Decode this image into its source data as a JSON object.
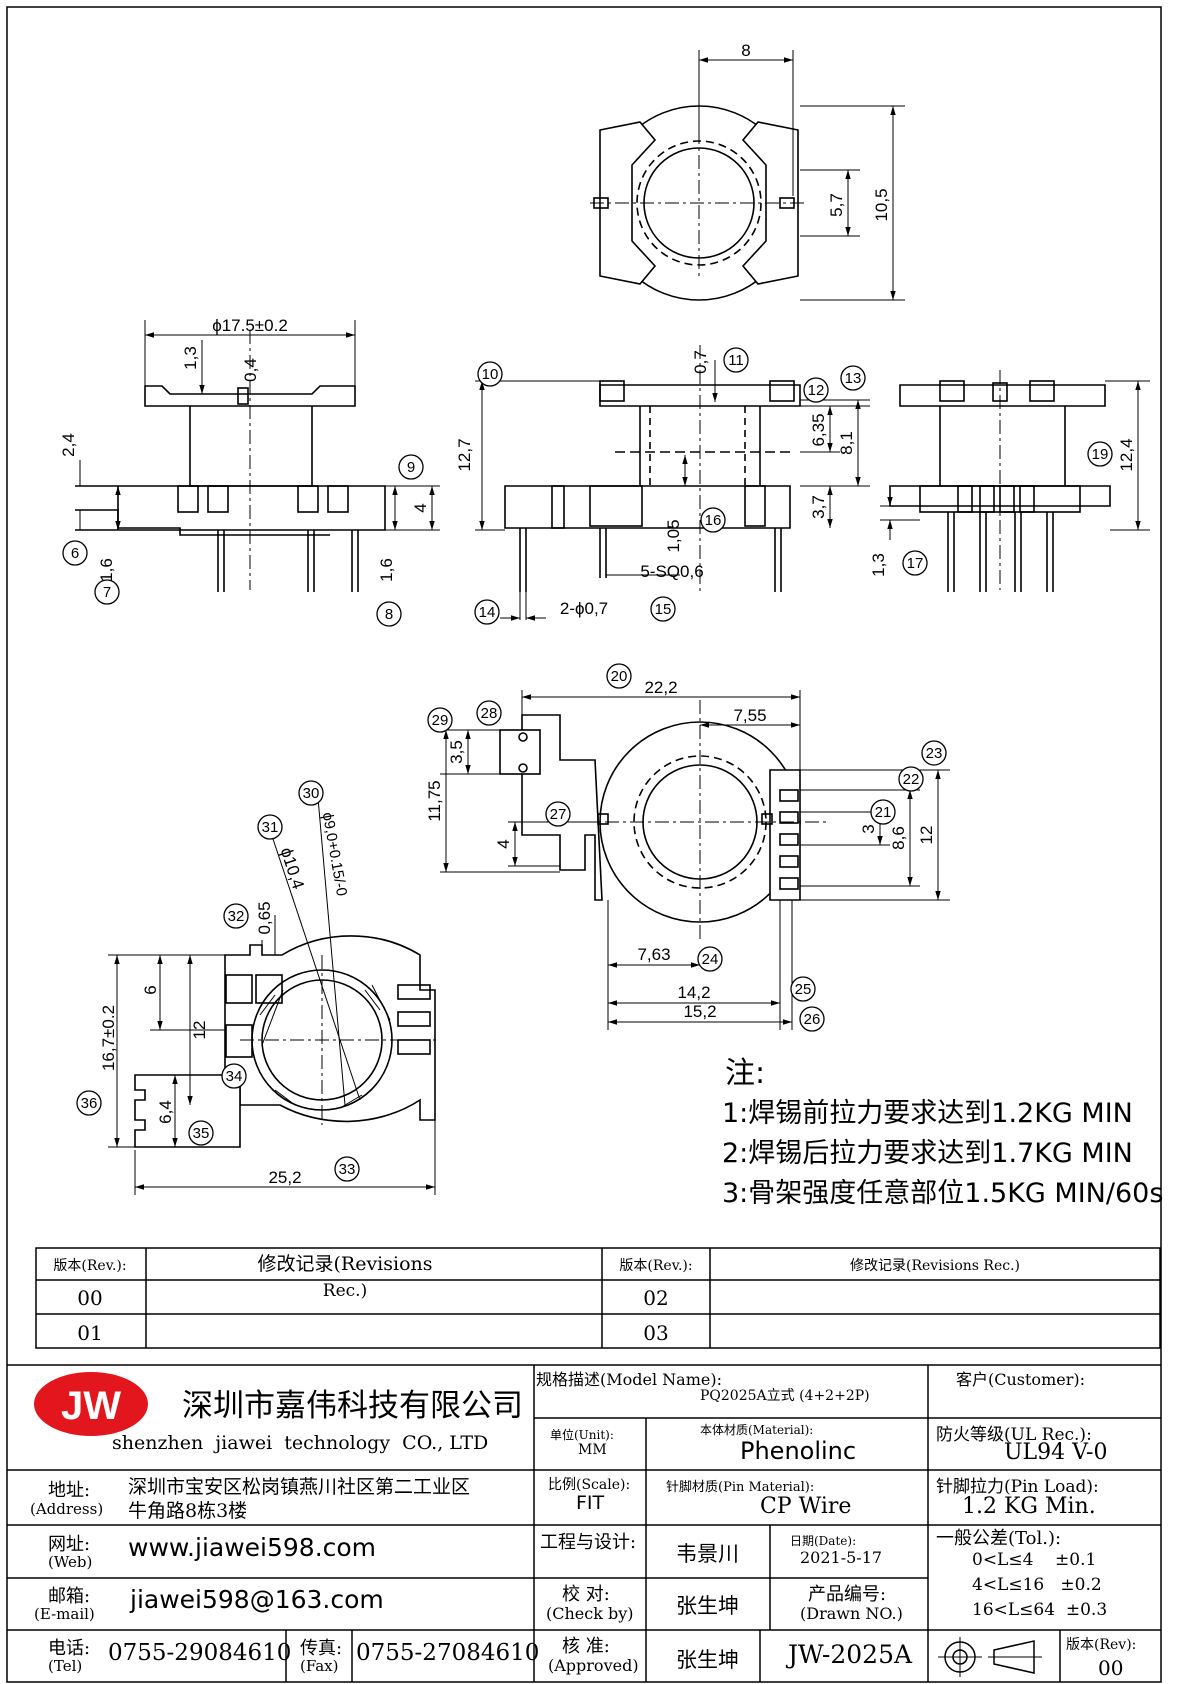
{
  "dimensions": {
    "top_width": "8",
    "top_h1": "5,7",
    "top_h2": "10,5",
    "diam_outer": "ϕ17.5±0.2",
    "d_1_3": "1,3",
    "d_0_4": "0,4",
    "d_2_4": "2,4",
    "d_1_6a": "1,6",
    "d_1_6b": "1,6",
    "d_4": "4",
    "d_0_7": "0,7",
    "d_12_7": "12,7",
    "d_6_35": "6,35",
    "d_8_1": "8,1",
    "d_3_7": "3,7",
    "d_1_05": "1,05",
    "d_sq": "5-SQ0,6",
    "d_pin": "2-ϕ0,7",
    "d_12_4": "12,4",
    "d_1_3b": "1,3",
    "d_22_2": "22,2",
    "d_7_55": "7,55",
    "d_3_5": "3,5",
    "d_11_75": "11,75",
    "d_4b": "4",
    "d_3": "3",
    "d_8_6": "8,6",
    "d_12": "12",
    "d_7_63": "7,63",
    "d_14_2": "14,2",
    "d_15_2": "15,2",
    "d_phi9": "ϕ9,0+0.15/-0",
    "d_phi10_4": "ϕ10,4",
    "d_0_65": "0,65",
    "d_6": "6",
    "d_12b": "12",
    "d_16_7": "16,7±0.2",
    "d_6_4": "6,4",
    "d_25_2": "25,2"
  },
  "balloons": [
    "6",
    "7",
    "8",
    "9",
    "10",
    "11",
    "12",
    "13",
    "14",
    "15",
    "16",
    "17",
    "19",
    "20",
    "21",
    "22",
    "23",
    "24",
    "25",
    "26",
    "27",
    "28",
    "29",
    "30",
    "31",
    "32",
    "33",
    "34",
    "35",
    "36"
  ],
  "notes": {
    "title": "注:",
    "items": [
      "1:焊锡前拉力要求达到1.2KG  MIN",
      "2:焊锡后拉力要求达到1.7KG  MIN",
      "3:骨架强度任意部位1.5KG  MIN/60s"
    ]
  },
  "revisions": {
    "h_rev": "版本(Rev.):",
    "h_rec": "修改记录(Revisions Rec.)",
    "h_rec_left_a": "修改记录(Revisions",
    "h_rec_left_b": "Rec.)",
    "rows": [
      "00",
      "01",
      "02",
      "03"
    ]
  },
  "title_block": {
    "logo": "JW",
    "company_cn": "深圳市嘉伟科技有限公司",
    "company_en": "shenzhen  jiawei  technology  CO., LTD",
    "model_label": "规格描述(Model Name):",
    "model_value": "PQ2025A立式 (4+2+2P)",
    "customer_label": "客户(Customer):",
    "unit_label": "单位(Unit):",
    "unit_value": "MM",
    "material_label": "本体材质(Material):",
    "material_value": "Phenolinc",
    "ul_label": "防火等级(UL Rec.):",
    "ul_value": "UL94 V-0",
    "address_label": "地址:",
    "address_label_en": "(Address)",
    "address_line1": "深圳市宝安区松岗镇燕川社区第二工业区",
    "address_line2": "牛角路8栋3楼",
    "scale_label": "比例(Scale):",
    "scale_value": "FIT",
    "pin_material_label": "针脚材质(Pin Material):",
    "pin_material_value": "CP Wire",
    "pin_load_label": "针脚拉力(Pin Load):",
    "pin_load_value": "1.2 KG Min.",
    "web_label": "网址:",
    "web_label_en": "(Web)",
    "web_value": "www.jiawei598.com",
    "design_label": "工程与设计:",
    "designer": "韦景川",
    "date_label": "日期(Date):",
    "date_value": "2021-5-17",
    "tol_label": "一般公差(Tol.):",
    "tol_rows": [
      "0<L≤4    ±0.1",
      "4<L≤16   ±0.2",
      "16<L≤64  ±0.3"
    ],
    "email_label": "邮箱:",
    "email_label_en": "(E-mail)",
    "email_value": "jiawei598@163.com",
    "check_label": "校 对:",
    "check_label_en": "(Check by)",
    "checker": "张生坤",
    "drawn_label": "产品编号:",
    "drawn_label_en": "(Drawn NO.)",
    "tel_label": "电话:",
    "tel_label_en": "(Tel)",
    "tel_value": "0755-29084610",
    "fax_label": "传真:",
    "fax_label_en": "(Fax)",
    "fax_value": "0755-27084610",
    "approve_label": "核 准:",
    "approve_label_en": "(Approved)",
    "approver": "张生坤",
    "drawing_no": "JW-2025A",
    "rev_label": "版本(Rev):",
    "rev_value": "00"
  }
}
